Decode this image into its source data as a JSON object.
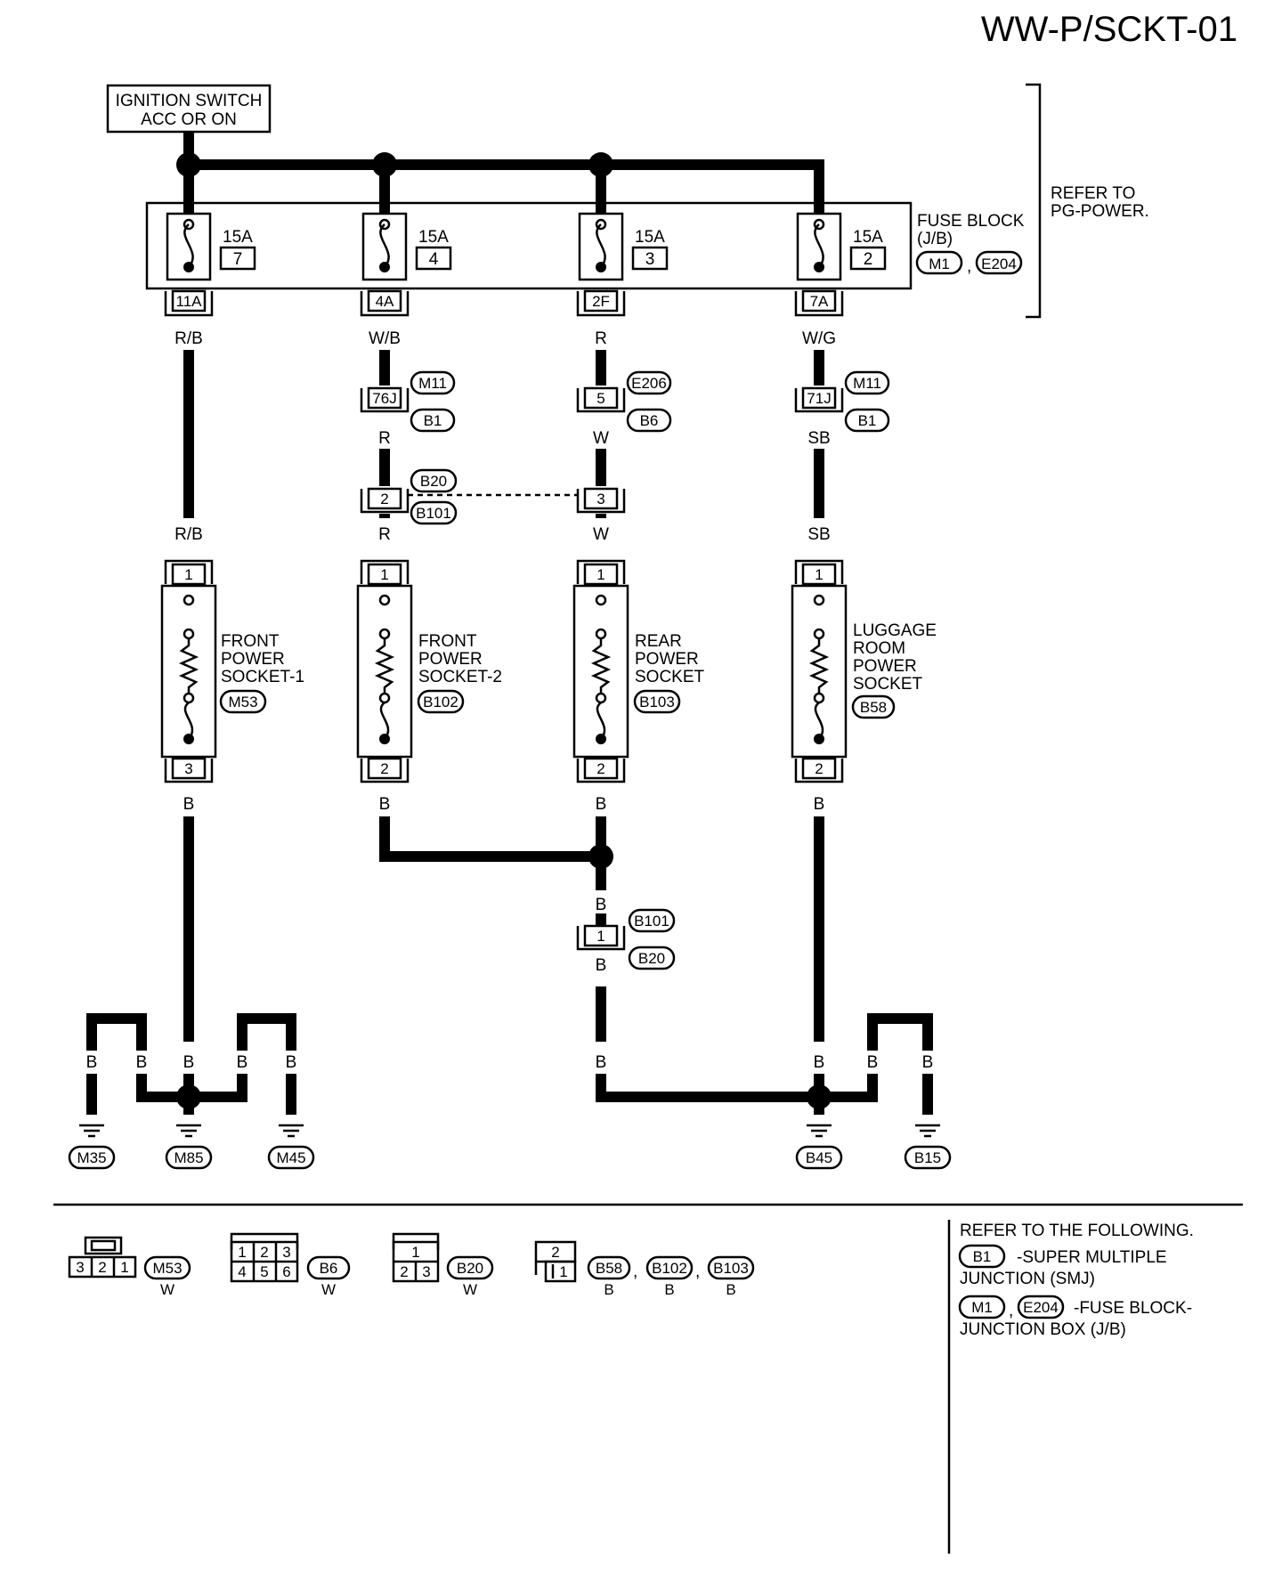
{
  "diagram_id": "WW-P/SCKT-01",
  "ignition": {
    "line1": "IGNITION SWITCH",
    "line2": "ACC OR ON"
  },
  "refer_power": {
    "line1": "REFER TO",
    "line2": "PG-POWER."
  },
  "fuse_block": {
    "line1": "FUSE BLOCK",
    "line2": "(J/B)",
    "conn_a": "M1",
    "conn_b": "E204",
    "sep": ",",
    "fuses": [
      {
        "amps": "15A",
        "num": "7",
        "terminal": "11A",
        "wire": "R/B"
      },
      {
        "amps": "15A",
        "num": "4",
        "terminal": "4A",
        "wire": "W/B"
      },
      {
        "amps": "15A",
        "num": "3",
        "terminal": "2F",
        "wire": "R"
      },
      {
        "amps": "15A",
        "num": "2",
        "terminal": "7A",
        "wire": "W/G"
      }
    ]
  },
  "junction1": [
    {
      "pin": "76J",
      "conn_top": "M11",
      "conn_bot": "B1",
      "wire_out": "R"
    },
    {
      "pin": "5",
      "conn_top": "E206",
      "conn_bot": "B6",
      "wire_out": "W"
    },
    {
      "pin": "71J",
      "conn_top": "M11",
      "conn_bot": "B1",
      "wire_out": "SB"
    }
  ],
  "junction2": {
    "pin_a": "2",
    "pin_b": "3",
    "conn_top": "B20",
    "conn_bot": "B101"
  },
  "sockets": [
    {
      "wire_in": "R/B",
      "pin_top": "1",
      "pin_bot": "3",
      "lines": [
        "FRONT",
        "POWER",
        "SOCKET-1"
      ],
      "conn": "M53",
      "wire_out": "B"
    },
    {
      "wire_in": "R",
      "pin_top": "1",
      "pin_bot": "2",
      "lines": [
        "FRONT",
        "POWER",
        "SOCKET-2"
      ],
      "conn": "B102",
      "wire_out": "B"
    },
    {
      "wire_in": "W",
      "pin_top": "1",
      "pin_bot": "2",
      "lines": [
        "REAR",
        "POWER",
        "SOCKET"
      ],
      "conn": "B103",
      "wire_out": "B"
    },
    {
      "wire_in": "SB",
      "pin_top": "1",
      "pin_bot": "2",
      "lines": [
        "LUGGAGE",
        "ROOM",
        "POWER",
        "SOCKET"
      ],
      "conn": "B58",
      "wire_out": "B"
    }
  ],
  "junction3": {
    "wire_in": "B",
    "pin": "1",
    "conn_top": "B101",
    "conn_bot": "B20",
    "wire_out": "B"
  },
  "ground_wire": "B",
  "grounds": [
    "M35",
    "M85",
    "M45",
    "B45",
    "B15"
  ],
  "connectors_legend": [
    {
      "pins_top": [],
      "pins_bottom": [
        "3",
        "2",
        "1"
      ],
      "conns": [
        "M53"
      ],
      "colors": [
        "W"
      ]
    },
    {
      "pins_top": [
        "1",
        "2",
        "3"
      ],
      "pins_bottom": [
        "4",
        "5",
        "6"
      ],
      "conns": [
        "B6"
      ],
      "colors": [
        "W"
      ]
    },
    {
      "pins_top": [
        "1"
      ],
      "pins_bottom": [
        "2",
        "3"
      ],
      "conns": [
        "B20"
      ],
      "colors": [
        "W"
      ]
    },
    {
      "pins_top": [
        "2"
      ],
      "pins_bottom": [
        "1"
      ],
      "conns": [
        "B58",
        "B102",
        "B103"
      ],
      "colors": [
        "B",
        "B",
        "B"
      ]
    }
  ],
  "refer_following": {
    "heading": "REFER TO THE FOLLOWING.",
    "item1_conn": "B1",
    "item1_text1": "-SUPER MULTIPLE",
    "item1_text2": "JUNCTION (SMJ)",
    "item2_conn_a": "M1",
    "item2_sep": ",",
    "item2_conn_b": "E204",
    "item2_text1": "-FUSE BLOCK-",
    "item2_text2": "JUNCTION BOX (J/B)"
  }
}
